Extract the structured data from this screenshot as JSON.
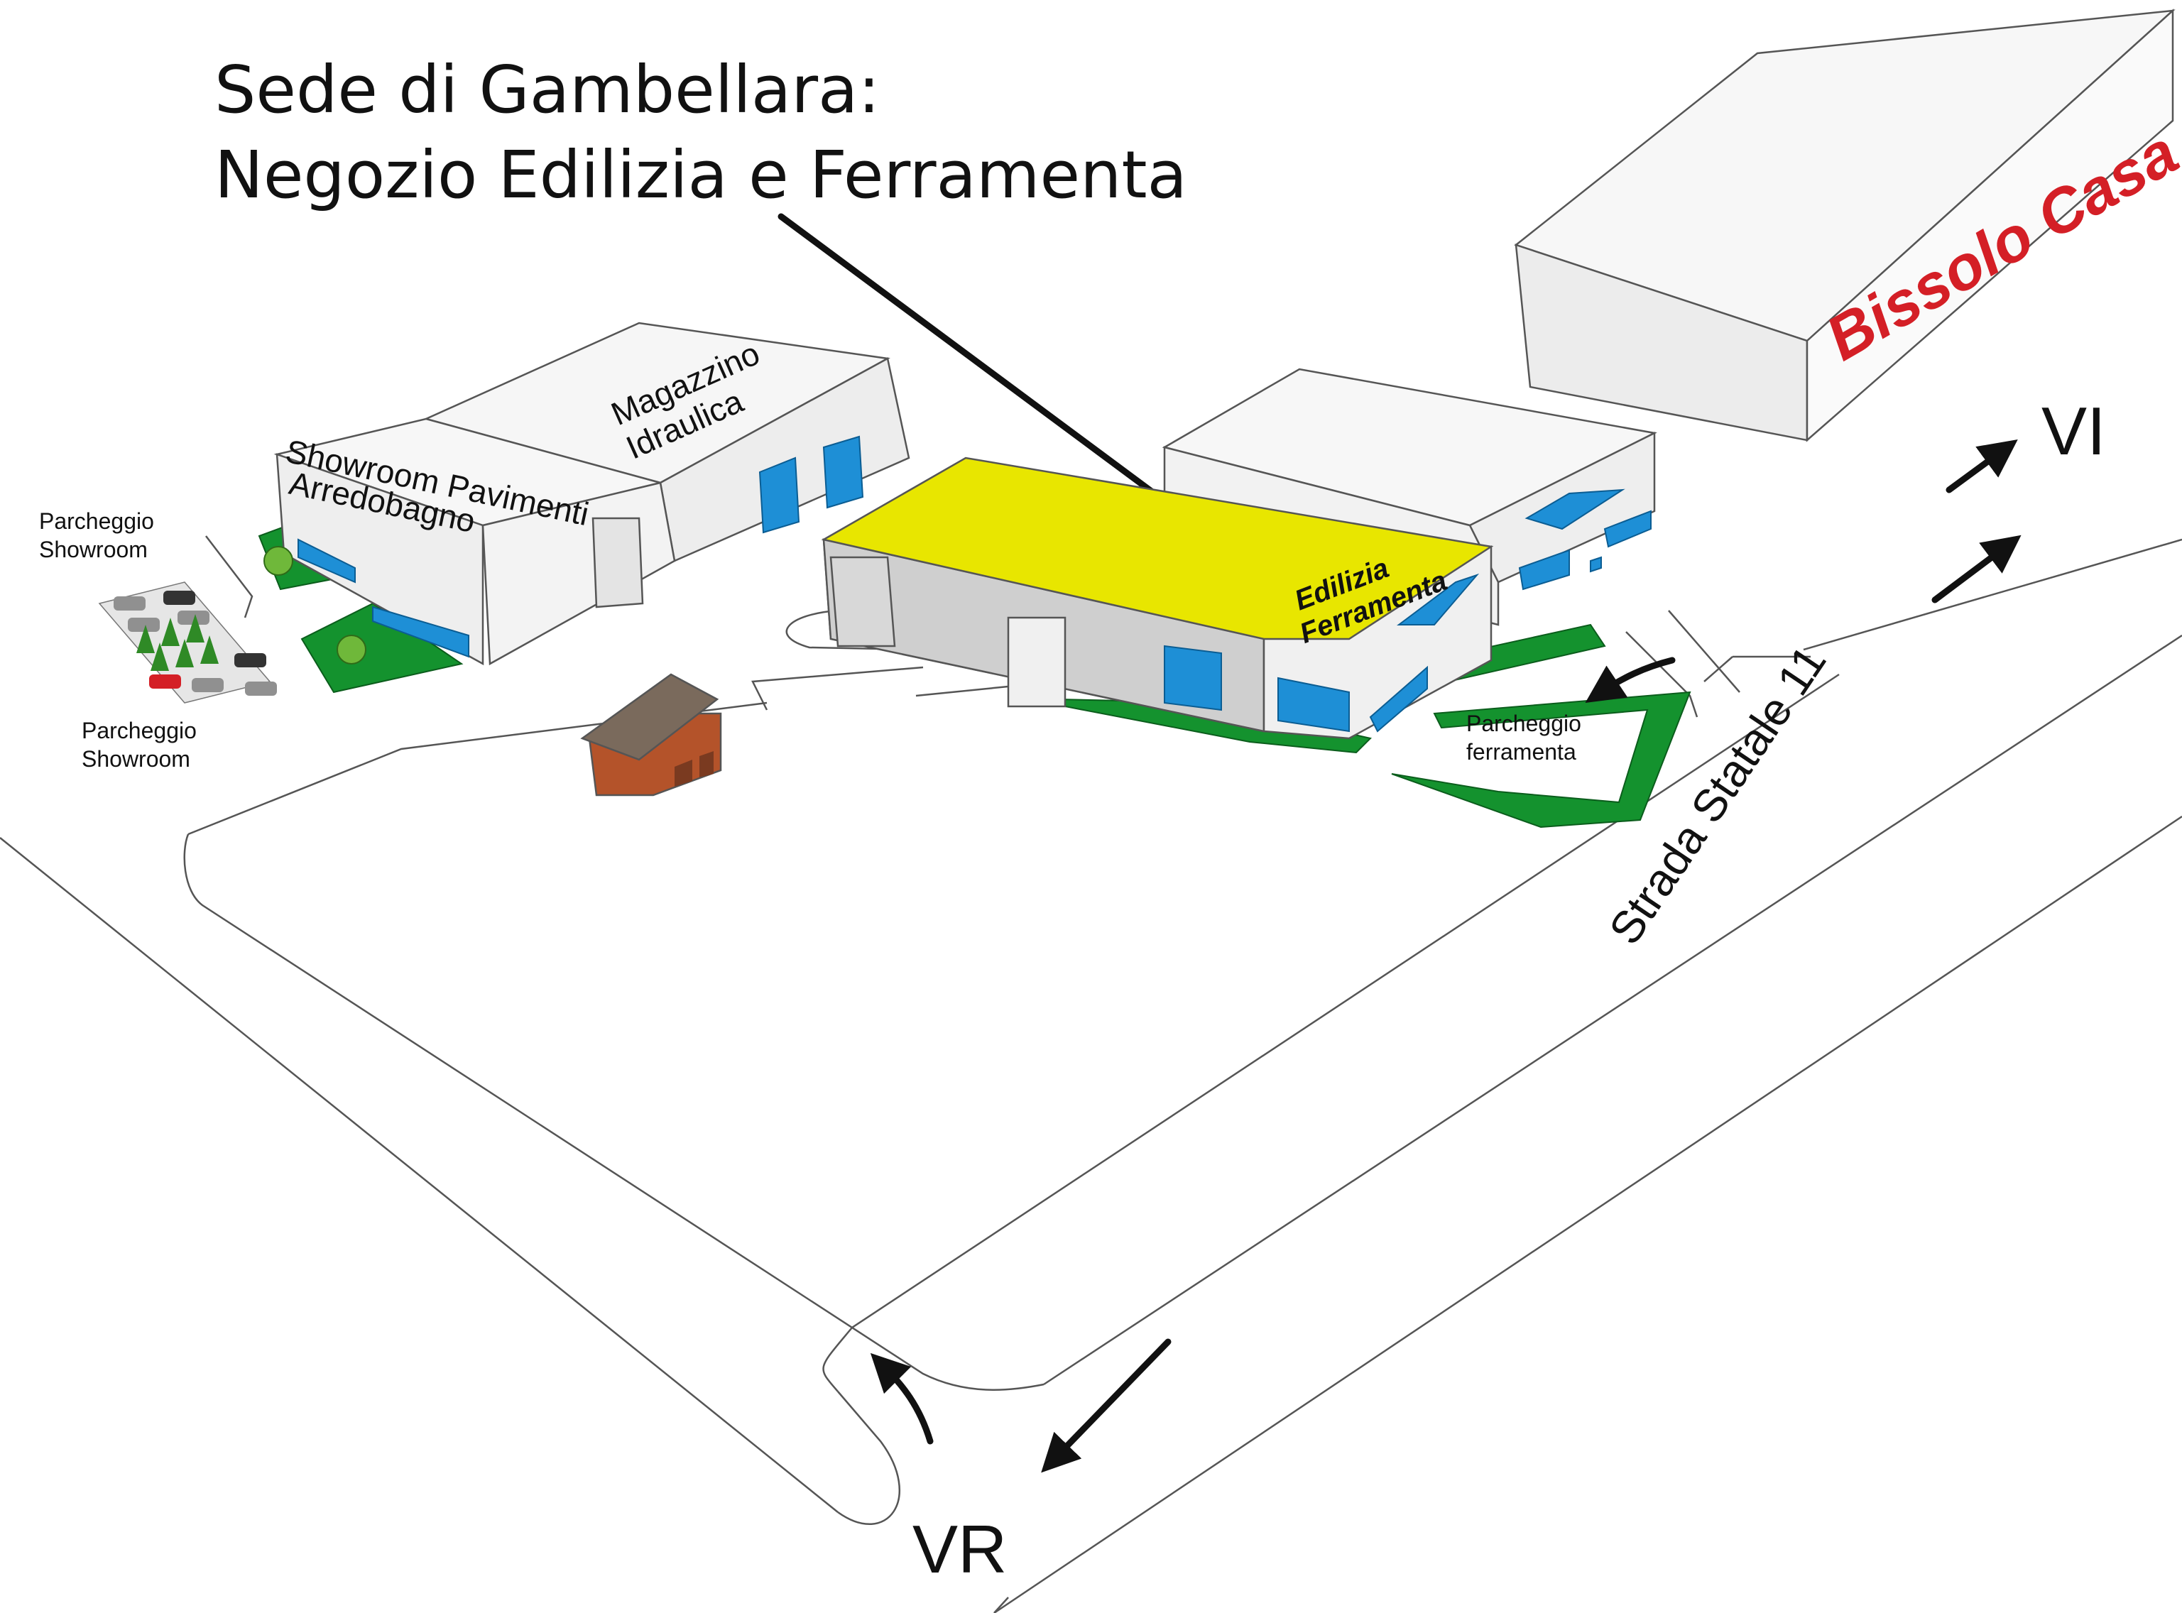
{
  "title": {
    "line1": "Sede di Gambellara:",
    "line2": "Negozio Edilizia e Ferramenta"
  },
  "buildings": {
    "showroom": {
      "line1": "Showroom Pavimenti",
      "line2": "Arredobagno"
    },
    "magazzino": {
      "line1": "Magazzino",
      "line2": "Idraulica"
    },
    "edilizia": {
      "line1": "Edilizia",
      "line2": "Ferramenta"
    },
    "bissolo": {
      "label": "Bissolo Casa"
    }
  },
  "parking": {
    "showroom_top": {
      "line1": "Parcheggio",
      "line2": "Showroom"
    },
    "showroom_bottom": {
      "line1": "Parcheggio",
      "line2": "Showroom"
    },
    "ferramenta": {
      "line1": "Parcheggio",
      "line2": "ferramenta"
    }
  },
  "roads": {
    "statale": "Strada Statale 11"
  },
  "directions": {
    "vicenza": "VI",
    "verona": "VR"
  },
  "colors": {
    "highlight_roof": "#e8e600",
    "brand_red": "#d41f26",
    "window_blue": "#1e8fd6",
    "lawn_green": "#14922e",
    "shed_brown": "#b4532a"
  }
}
